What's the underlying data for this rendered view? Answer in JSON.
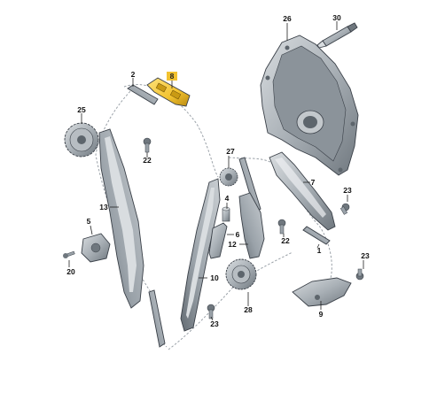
{
  "colors": {
    "part_fill": "#a9b0b6",
    "part_dark": "#6f777e",
    "part_light": "#d9dde0",
    "highlight": "#f2c230",
    "highlight_label": "#f2c230"
  },
  "diagram": {
    "labels": [
      {
        "id": "26",
        "text": "26"
      },
      {
        "id": "30",
        "text": "30"
      },
      {
        "id": "8",
        "text": "8",
        "highlighted": true
      },
      {
        "id": "2",
        "text": "2"
      },
      {
        "id": "25",
        "text": "25"
      },
      {
        "id": "22a",
        "text": "22"
      },
      {
        "id": "27",
        "text": "27"
      },
      {
        "id": "13",
        "text": "13"
      },
      {
        "id": "7",
        "text": "7"
      },
      {
        "id": "23a",
        "text": "23"
      },
      {
        "id": "4",
        "text": "4"
      },
      {
        "id": "5",
        "text": "5"
      },
      {
        "id": "6",
        "text": "6"
      },
      {
        "id": "22b",
        "text": "22"
      },
      {
        "id": "12",
        "text": "12"
      },
      {
        "id": "1",
        "text": "1"
      },
      {
        "id": "20",
        "text": "20"
      },
      {
        "id": "23b",
        "text": "23"
      },
      {
        "id": "10",
        "text": "10"
      },
      {
        "id": "9",
        "text": "9"
      },
      {
        "id": "28",
        "text": "28"
      },
      {
        "id": "23c",
        "text": "23"
      }
    ]
  }
}
